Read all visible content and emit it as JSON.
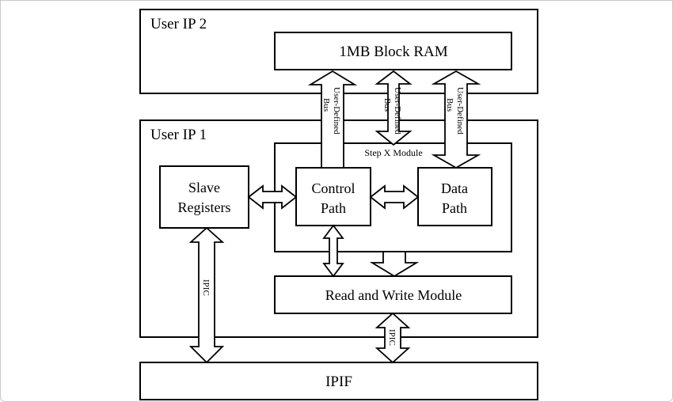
{
  "diagram": {
    "containers": {
      "user_ip_2": "User IP 2",
      "user_ip_1": "User IP 1",
      "step_x_module": "Step X Module"
    },
    "blocks": {
      "block_ram": "1MB Block RAM",
      "slave_registers": [
        "Slave",
        "Registers"
      ],
      "control_path": [
        "Control",
        "Path"
      ],
      "data_path": [
        "Data",
        "Path"
      ],
      "read_write_module": "Read and Write Module",
      "ipif": "IPIF"
    },
    "buses": {
      "user_defined": [
        "User-Defined",
        "Bus"
      ],
      "ipic": "IPIC"
    }
  }
}
